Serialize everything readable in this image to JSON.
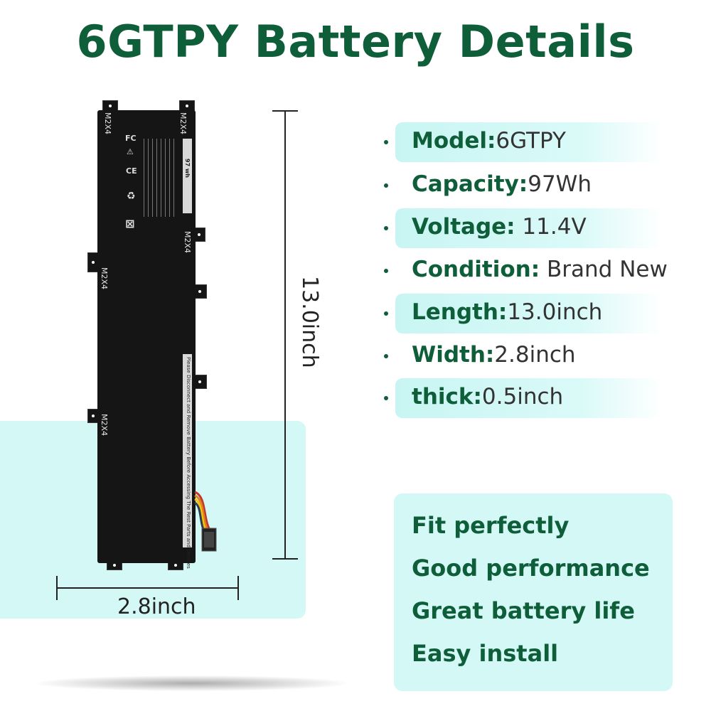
{
  "title": "6GTPY Battery Details",
  "battery": {
    "screw_label": "M2X4",
    "capacity_label": "97 wh",
    "warning_text": "Please Disconnect and Remove Battery Before Accessing The Rest Parts and Devices"
  },
  "dimensions": {
    "length_label": "13.0inch",
    "width_label": "2.8inch"
  },
  "specs": [
    {
      "key": "Model:",
      "value": "6GTPY"
    },
    {
      "key": "Capacity:",
      "value": "97Wh"
    },
    {
      "key": "Voltage:",
      "value": " 11.4V"
    },
    {
      "key": "Condition:",
      "value": " Brand New"
    },
    {
      "key": "Length:",
      "value": "13.0inch"
    },
    {
      "key": "Width:",
      "value": "2.8inch"
    },
    {
      "key": "thick:",
      "value": "0.5inch"
    }
  ],
  "features": [
    "Fit perfectly",
    "Good performance",
    "Great battery life",
    "Easy install"
  ],
  "colors": {
    "title_green": "#0f5e3a",
    "highlight_cyan": "#d3f8f6",
    "battery_black": "#151515"
  }
}
